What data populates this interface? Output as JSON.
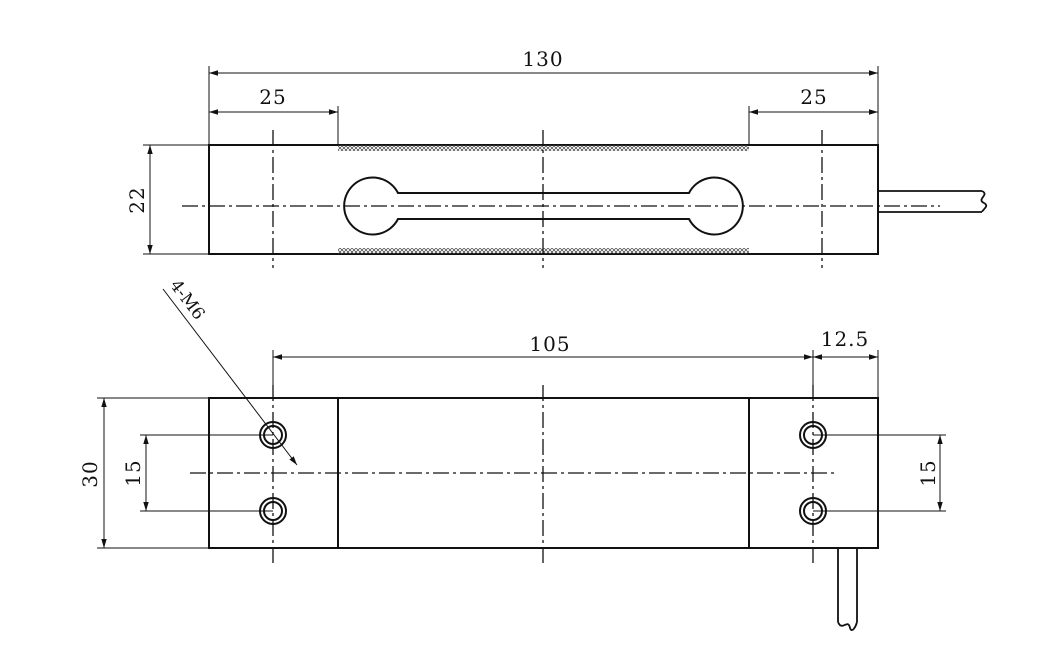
{
  "colors": {
    "line": "#111111",
    "background": "#ffffff",
    "hatch": "#444444"
  },
  "top_view": {
    "dimensions": {
      "overall_length": "130",
      "left_flat": "25",
      "right_flat": "25",
      "width": "22"
    }
  },
  "bottom_view": {
    "dimensions": {
      "hole_spacing": "105",
      "end_offset": "12.5",
      "height": "30",
      "left_hole_pitch": "15",
      "right_hole_pitch": "15"
    },
    "thread_callout": "4-M6"
  }
}
